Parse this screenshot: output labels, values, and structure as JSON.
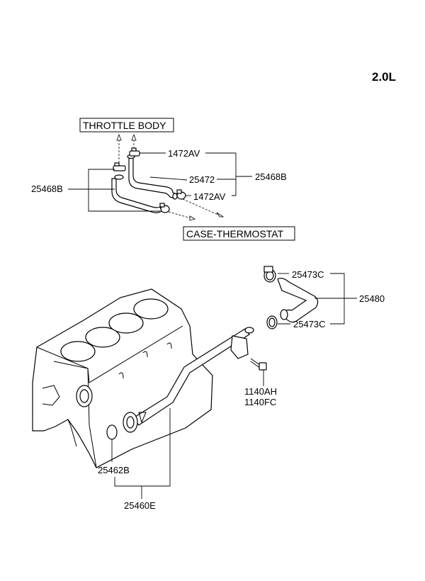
{
  "engine_variant": "2.0L",
  "callouts": {
    "throttle_body": "THROTTLE BODY",
    "case_thermostat": "CASE-THERMOSTAT"
  },
  "parts": {
    "p1472av_top": "1472AV",
    "p25472": "25472",
    "p25468b_right": "25468B",
    "p1472av_bottom": "1472AV",
    "p25468b_left": "25468B",
    "p25473c_top": "25473C",
    "p25480": "25480",
    "p25473c_bottom": "25473C",
    "p1140ah": "1140AH",
    "p1140fc": "1140FC",
    "p25462b": "25462B",
    "p25460e": "25460E"
  }
}
